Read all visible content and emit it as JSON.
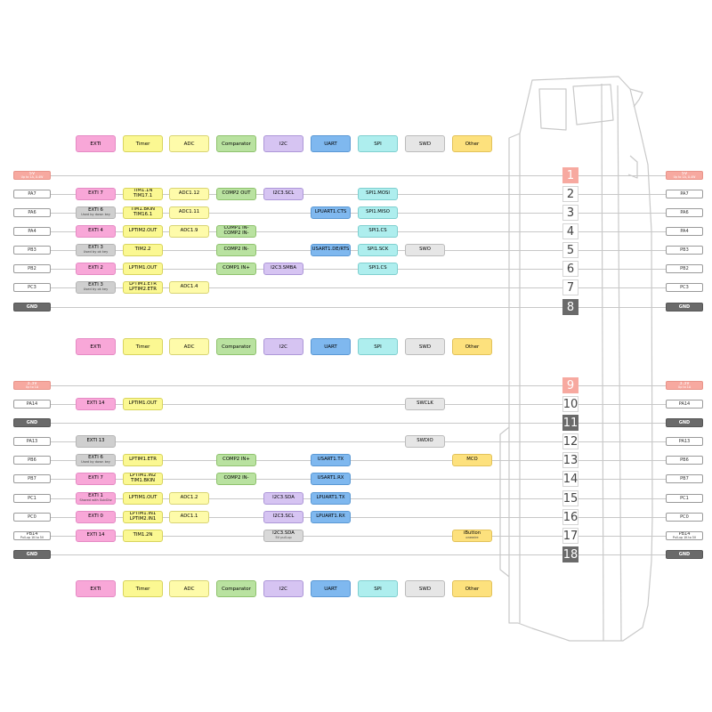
{
  "legend": [
    "EXTI",
    "Timer",
    "ADC",
    "Comparator",
    "I2C",
    "UART",
    "SPI",
    "SWD",
    "Other"
  ],
  "colors": {
    "EXTI": {
      "bg": "#f8a7d8",
      "border": "#e58ac4"
    },
    "EXTI-gray": {
      "bg": "#cfcfcf",
      "border": "#b5b5b5"
    },
    "Timer": {
      "bg": "#fbf892",
      "border": "#d8d45e"
    },
    "ADC": {
      "bg": "#fefbaa",
      "border": "#d8d474"
    },
    "Comparator": {
      "bg": "#b9e2a0",
      "border": "#8fc26e"
    },
    "I2C": {
      "bg": "#d6c4f2",
      "border": "#ad97d8"
    },
    "I2C-gray": {
      "bg": "#d9d9d9",
      "border": "#b5b5b5"
    },
    "UART": {
      "bg": "#7fb8ef",
      "border": "#5a98d4"
    },
    "SPI": {
      "bg": "#aeeeee",
      "border": "#7fcfcf"
    },
    "SWD": {
      "bg": "#e6e6e6",
      "border": "#bcbcbc"
    },
    "Other": {
      "bg": "#fde17d",
      "border": "#e2c25a"
    },
    "power": "#f7a9a0",
    "ground": "#6a6a6a"
  },
  "rows": [
    {
      "pin": "1",
      "type": "power",
      "label": "5V",
      "sub": "Up to 1A, 0.4W",
      "cells": []
    },
    {
      "pin": "2",
      "type": "normal",
      "label": "PA7",
      "cells": [
        {
          "col": 0,
          "cat": "EXTI",
          "text": "EXTI 7"
        },
        {
          "col": 1,
          "cat": "Timer",
          "text": "TIM1.1N",
          "text2": "TIM17.1"
        },
        {
          "col": 2,
          "cat": "ADC",
          "text": "ADC1.12"
        },
        {
          "col": 3,
          "cat": "Comparator",
          "text": "COMP2 OUT"
        },
        {
          "col": 4,
          "cat": "I2C",
          "text": "I2C3.SCL"
        },
        {
          "col": 6,
          "cat": "SPI",
          "text": "SPI1.MOSI"
        }
      ]
    },
    {
      "pin": "3",
      "type": "normal",
      "label": "PA6",
      "cells": [
        {
          "col": 0,
          "cat": "EXTI-gray",
          "text": "EXTI 6",
          "sub": "Used by down key"
        },
        {
          "col": 1,
          "cat": "Timer",
          "text": "TIM1.BKIN",
          "text2": "TIM16.1"
        },
        {
          "col": 2,
          "cat": "ADC",
          "text": "ADC1.11"
        },
        {
          "col": 5,
          "cat": "UART",
          "text": "LPUART1.CTS"
        },
        {
          "col": 6,
          "cat": "SPI",
          "text": "SPI1.MISO"
        }
      ]
    },
    {
      "pin": "4",
      "type": "normal",
      "label": "PA4",
      "cells": [
        {
          "col": 0,
          "cat": "EXTI",
          "text": "EXTI 4"
        },
        {
          "col": 1,
          "cat": "Timer",
          "text": "LPTIM2.OUT"
        },
        {
          "col": 2,
          "cat": "ADC",
          "text": "ADC1.9"
        },
        {
          "col": 3,
          "cat": "Comparator",
          "text": "COMP1 IN-",
          "text2": "COMP2 IN-"
        },
        {
          "col": 6,
          "cat": "SPI",
          "text": "SPI1.CS"
        }
      ]
    },
    {
      "pin": "5",
      "type": "normal",
      "label": "PB3",
      "cells": [
        {
          "col": 0,
          "cat": "EXTI-gray",
          "text": "EXTI 3",
          "sub": "Used by ok key"
        },
        {
          "col": 1,
          "cat": "Timer",
          "text": "TIM2.2"
        },
        {
          "col": 3,
          "cat": "Comparator",
          "text": "COMP2 IN-"
        },
        {
          "col": 5,
          "cat": "UART",
          "text": "USART1.DE/RTS"
        },
        {
          "col": 6,
          "cat": "SPI",
          "text": "SPI1.SCK"
        },
        {
          "col": 7,
          "cat": "SWD",
          "text": "SWO"
        }
      ]
    },
    {
      "pin": "6",
      "type": "normal",
      "label": "PB2",
      "cells": [
        {
          "col": 0,
          "cat": "EXTI",
          "text": "EXTI 2"
        },
        {
          "col": 1,
          "cat": "Timer",
          "text": "LPTIM1.OUT"
        },
        {
          "col": 3,
          "cat": "Comparator",
          "text": "COMP1 IN+"
        },
        {
          "col": 4,
          "cat": "I2C",
          "text": "I2C3.SMBA"
        },
        {
          "col": 6,
          "cat": "SPI",
          "text": "SPI1.CS"
        }
      ]
    },
    {
      "pin": "7",
      "type": "normal",
      "label": "PC3",
      "cells": [
        {
          "col": 0,
          "cat": "EXTI-gray",
          "text": "EXTI 3",
          "sub": "Used by ok key"
        },
        {
          "col": 1,
          "cat": "Timer",
          "text": "LPTIM1.ETR",
          "text2": "LPTIM2.ETR"
        },
        {
          "col": 2,
          "cat": "ADC",
          "text": "ADC1.4"
        }
      ]
    },
    {
      "pin": "8",
      "type": "ground",
      "label": "GND",
      "cells": []
    },
    {
      "pin": "9",
      "type": "power",
      "label": "3.3V",
      "sub": "Up to 1A",
      "cells": []
    },
    {
      "pin": "10",
      "type": "normal",
      "label": "PA14",
      "cells": [
        {
          "col": 0,
          "cat": "EXTI",
          "text": "EXTI 14"
        },
        {
          "col": 1,
          "cat": "Timer",
          "text": "LPTIM1.OUT"
        },
        {
          "col": 7,
          "cat": "SWD",
          "text": "SWCLK"
        }
      ]
    },
    {
      "pin": "11",
      "type": "ground",
      "label": "GND",
      "cells": []
    },
    {
      "pin": "12",
      "type": "normal",
      "label": "PA13",
      "cells": [
        {
          "col": 0,
          "cat": "EXTI-gray",
          "text": "EXTI 13"
        },
        {
          "col": 7,
          "cat": "SWD",
          "text": "SWDIO"
        }
      ]
    },
    {
      "pin": "13",
      "type": "normal",
      "label": "PB6",
      "cells": [
        {
          "col": 0,
          "cat": "EXTI-gray",
          "text": "EXTI 6",
          "sub": "Used by down key"
        },
        {
          "col": 1,
          "cat": "Timer",
          "text": "LPTIM1.ETR"
        },
        {
          "col": 3,
          "cat": "Comparator",
          "text": "COMP2 IN+"
        },
        {
          "col": 5,
          "cat": "UART",
          "text": "USART1.TX"
        },
        {
          "col": 8,
          "cat": "Other",
          "text": "MCO"
        }
      ]
    },
    {
      "pin": "14",
      "type": "normal",
      "label": "PB7",
      "cells": [
        {
          "col": 0,
          "cat": "EXTI",
          "text": "EXTI 7"
        },
        {
          "col": 1,
          "cat": "Timer",
          "text": "LPTIM1.IN2",
          "text2": "TIM1.BKIN"
        },
        {
          "col": 3,
          "cat": "Comparator",
          "text": "COMP2 IN-"
        },
        {
          "col": 5,
          "cat": "UART",
          "text": "USART1.RX"
        }
      ]
    },
    {
      "pin": "15",
      "type": "normal",
      "label": "PC1",
      "cells": [
        {
          "col": 0,
          "cat": "EXTI",
          "text": "EXTI 1",
          "sub": "Shared with SubGhz"
        },
        {
          "col": 1,
          "cat": "Timer",
          "text": "LPTIM1.OUT"
        },
        {
          "col": 2,
          "cat": "ADC",
          "text": "ADC1.2"
        },
        {
          "col": 4,
          "cat": "I2C",
          "text": "I2C3.SDA"
        },
        {
          "col": 5,
          "cat": "UART",
          "text": "LPUART1.TX"
        }
      ]
    },
    {
      "pin": "16",
      "type": "normal",
      "label": "PC0",
      "cells": [
        {
          "col": 0,
          "cat": "EXTI",
          "text": "EXTI 0"
        },
        {
          "col": 1,
          "cat": "Timer",
          "text": "LPTIM1.IN1",
          "text2": "LPTIM2.IN1"
        },
        {
          "col": 2,
          "cat": "ADC",
          "text": "ADC1.1"
        },
        {
          "col": 4,
          "cat": "I2C",
          "text": "I2C3.SCL"
        },
        {
          "col": 5,
          "cat": "UART",
          "text": "LPUART1.RX"
        }
      ]
    },
    {
      "pin": "17",
      "type": "normal",
      "label": "PB14",
      "sub": "Pull-up 1K to 5V",
      "cells": [
        {
          "col": 0,
          "cat": "EXTI",
          "text": "EXTI 14"
        },
        {
          "col": 1,
          "cat": "Timer",
          "text": "TIM1.2N"
        },
        {
          "col": 4,
          "cat": "I2C-gray",
          "text": "I2C3.SDA",
          "sub": "5V pull-up"
        },
        {
          "col": 8,
          "cat": "Other",
          "text": "iButton",
          "sub": "onewire"
        }
      ]
    },
    {
      "pin": "18",
      "type": "ground",
      "label": "GND",
      "cells": []
    }
  ],
  "right_labels": {
    "17": {
      "label": "PB14",
      "sub": "Pull-up 1K to 5V"
    }
  }
}
